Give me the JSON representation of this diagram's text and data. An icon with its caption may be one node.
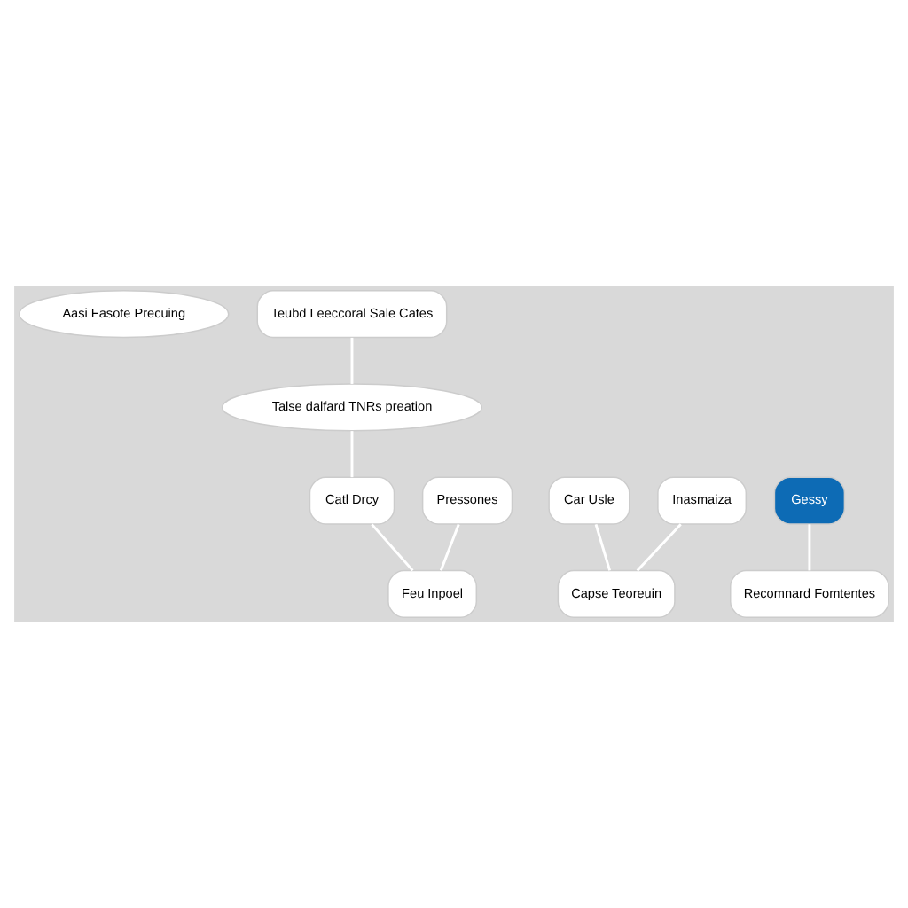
{
  "diagram": {
    "nodes": [
      {
        "text": [
          "Aasi Fasote Precuing"
        ]
      },
      {
        "text": [
          "Teubd Leeccoral Sale Cates"
        ]
      },
      {
        "text": [
          "Talse dalfard TNRs preation"
        ]
      },
      {
        "text": [
          "Car Usle"
        ]
      },
      {
        "text": [
          "Inasmaiza"
        ]
      },
      {
        "text": [
          "Gessy"
        ]
      },
      {
        "text": [
          "Catl Drcy"
        ]
      },
      {
        "text": [
          "Pressones"
        ]
      },
      {
        "text": [
          "Capse Teoreuin"
        ]
      },
      {
        "text": [
          "Recomnard Fomtentes"
        ]
      },
      {
        "text": [
          "Feu Inpoel"
        ]
      }
    ],
    "edges": [
      {
        "from": 1,
        "to": 2,
        "arrow": "none"
      },
      {
        "from": 2,
        "to": 6,
        "arrow": "none"
      },
      {
        "from": 3,
        "to": 8,
        "arrow": "none"
      },
      {
        "from": 4,
        "to": 8,
        "arrow": "none"
      },
      {
        "from": 5,
        "to": 9,
        "arrow": "none"
      },
      {
        "from": 6,
        "to": 10,
        "arrow": "none"
      },
      {
        "from": 7,
        "to": 10,
        "arrow": "none"
      }
    ]
  }
}
